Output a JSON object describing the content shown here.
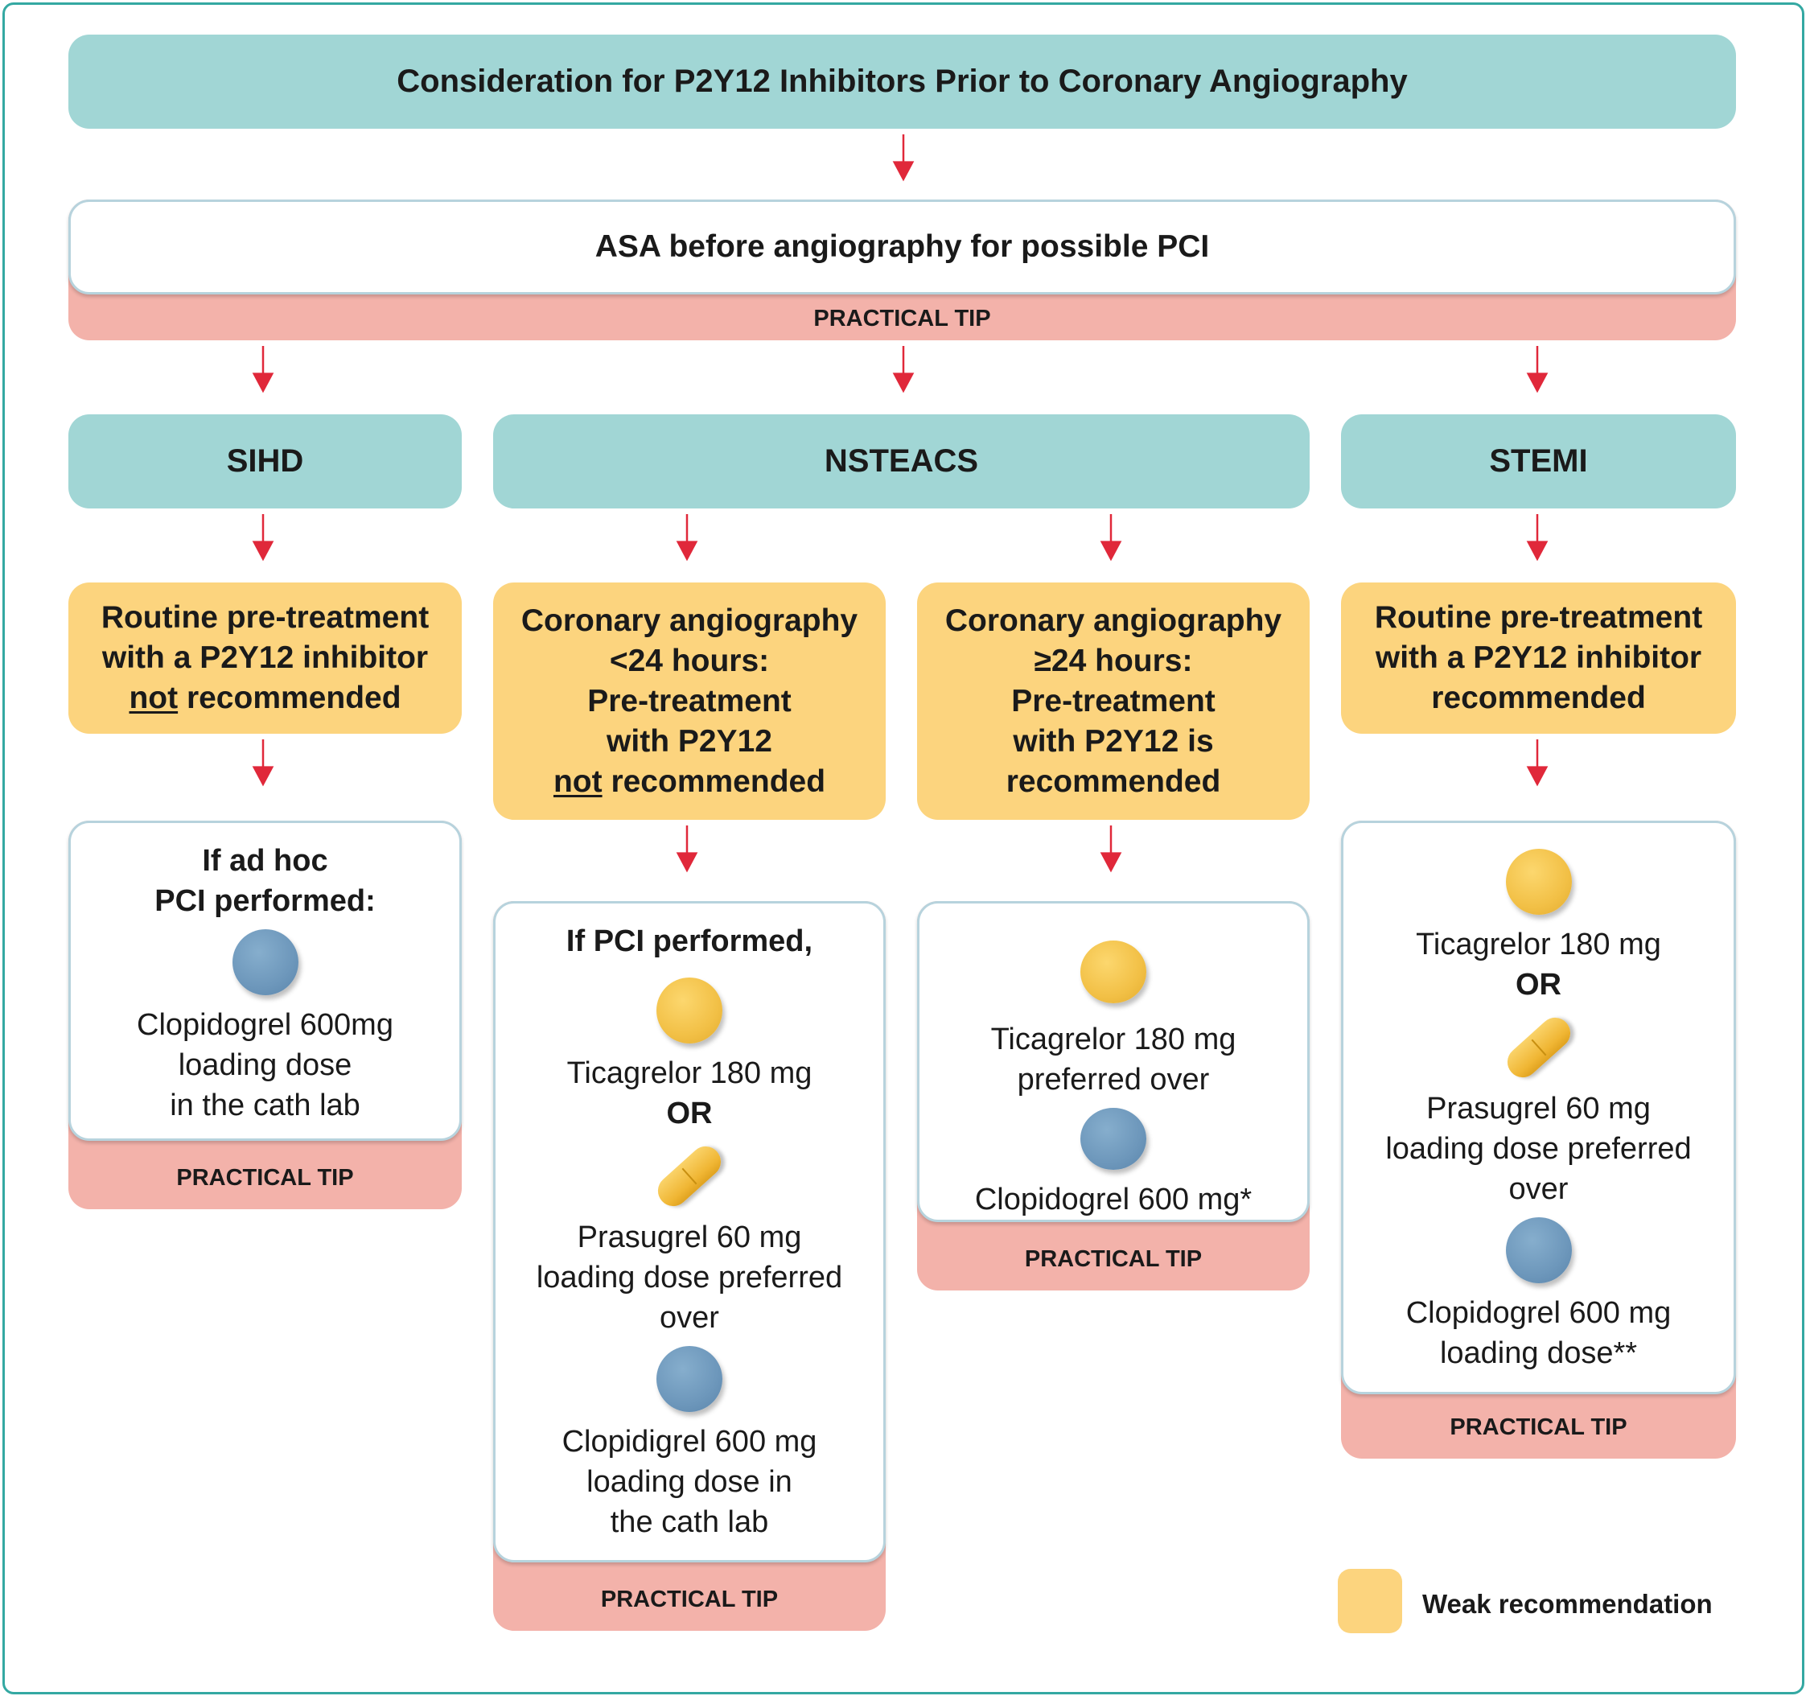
{
  "title": "Consideration for P2Y12 Inhibitors Prior to Coronary Angiography",
  "asa": {
    "text": "ASA before angiography for possible PCI",
    "tip": "PRACTICAL TIP"
  },
  "columns": {
    "sihd": {
      "header": "SIHD",
      "rec": {
        "line1": "Routine pre-treatment",
        "line2": "with a P2Y12 inhibitor",
        "line3_em": "not",
        "line3_rest": " recommended"
      },
      "detail": {
        "line1": "If ad hoc",
        "line2": "PCI performed:",
        "drug1": "Clopidogrel 600mg",
        "drug2": "loading dose",
        "drug3": "in the cath lab"
      },
      "tip": "PRACTICAL TIP"
    },
    "nsteacs": {
      "header": "NSTEACS",
      "early": {
        "rec": {
          "line1": "Coronary angiography",
          "line2": "<24 hours:",
          "line3": "Pre-treatment",
          "line4": "with P2Y12",
          "line5_em": "not",
          "line5_rest": " recommended"
        },
        "detail": {
          "heading": "If PCI performed,",
          "drug_a": "Ticagrelor 180 mg",
          "or": "OR",
          "drug_b1": "Prasugrel 60 mg",
          "drug_b2": "loading dose preferred",
          "drug_b3": "over",
          "drug_c1": "Clopidigrel 600 mg",
          "drug_c2": "loading dose in",
          "drug_c3": "the cath lab"
        },
        "tip": "PRACTICAL TIP"
      },
      "late": {
        "rec": {
          "line1": "Coronary angiography",
          "line2": "≥24 hours:",
          "line3": "Pre-treatment",
          "line4": "with P2Y12 is",
          "line5": "recommended"
        },
        "detail": {
          "drug_a1": "Ticagrelor 180 mg",
          "drug_a2": "preferred over",
          "drug_b": "Clopidogrel 600 mg*"
        },
        "tip": "PRACTICAL TIP"
      }
    },
    "stemi": {
      "header": "STEMI",
      "rec": {
        "line1": "Routine pre-treatment",
        "line2": "with a P2Y12 inhibitor",
        "line3": "recommended"
      },
      "detail": {
        "drug_a": "Ticagrelor 180 mg",
        "or": "OR",
        "drug_b1": "Prasugrel 60 mg",
        "drug_b2": "loading dose preferred",
        "drug_b3": "over",
        "drug_c1": "Clopidogrel 600 mg",
        "drug_c2": "loading dose**"
      },
      "tip": "PRACTICAL TIP"
    }
  },
  "legend": {
    "label": "Weak recommendation",
    "color": "#fcd47e"
  },
  "colors": {
    "teal": "#a1d6d5",
    "yellow": "#fcd47e",
    "pink": "#f3b2aa",
    "arrow": "#e0283a",
    "frame": "#34a8a2"
  }
}
